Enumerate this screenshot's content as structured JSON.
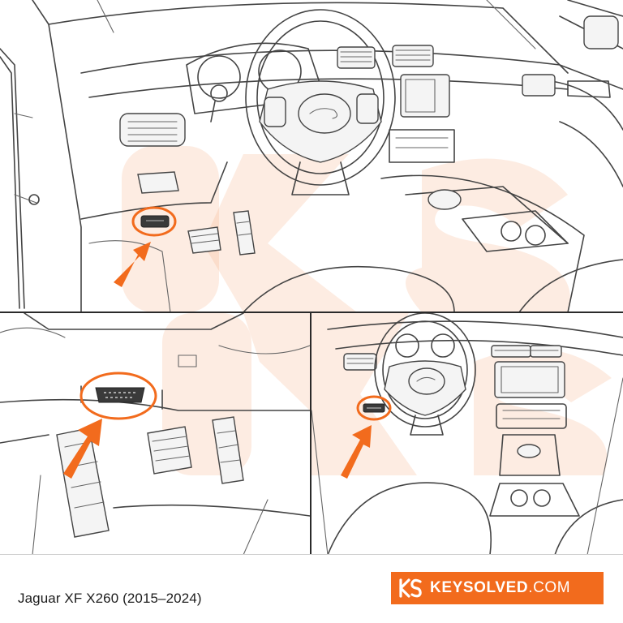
{
  "caption": {
    "title": "Jaguar XF X260 (2015–2024)"
  },
  "brand": {
    "name": "KEYSOLVED",
    "domain": ".COM",
    "color": "#f26b1d",
    "icon": "ks-logo-icon"
  },
  "highlight": {
    "color": "#f26b1d",
    "marker_icon": "arrow-icon",
    "target_icon": "obd-port-icon"
  }
}
